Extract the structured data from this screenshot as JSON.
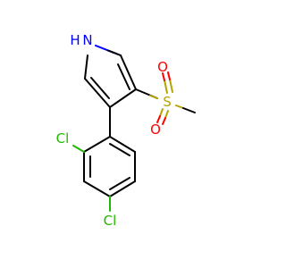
{
  "molecule": {
    "atoms": {
      "nh": "N",
      "nh_h": "H",
      "sulfur": "S",
      "oxygen_top": "O",
      "oxygen_bottom": "O",
      "cl_ortho": "Cl",
      "cl_para": "Cl"
    },
    "colors": {
      "bond": "#000000",
      "nitrogen": "#0000ff",
      "sulfur": "#b8a400",
      "oxygen": "#ff0000",
      "chlorine": "#1fb800"
    }
  }
}
